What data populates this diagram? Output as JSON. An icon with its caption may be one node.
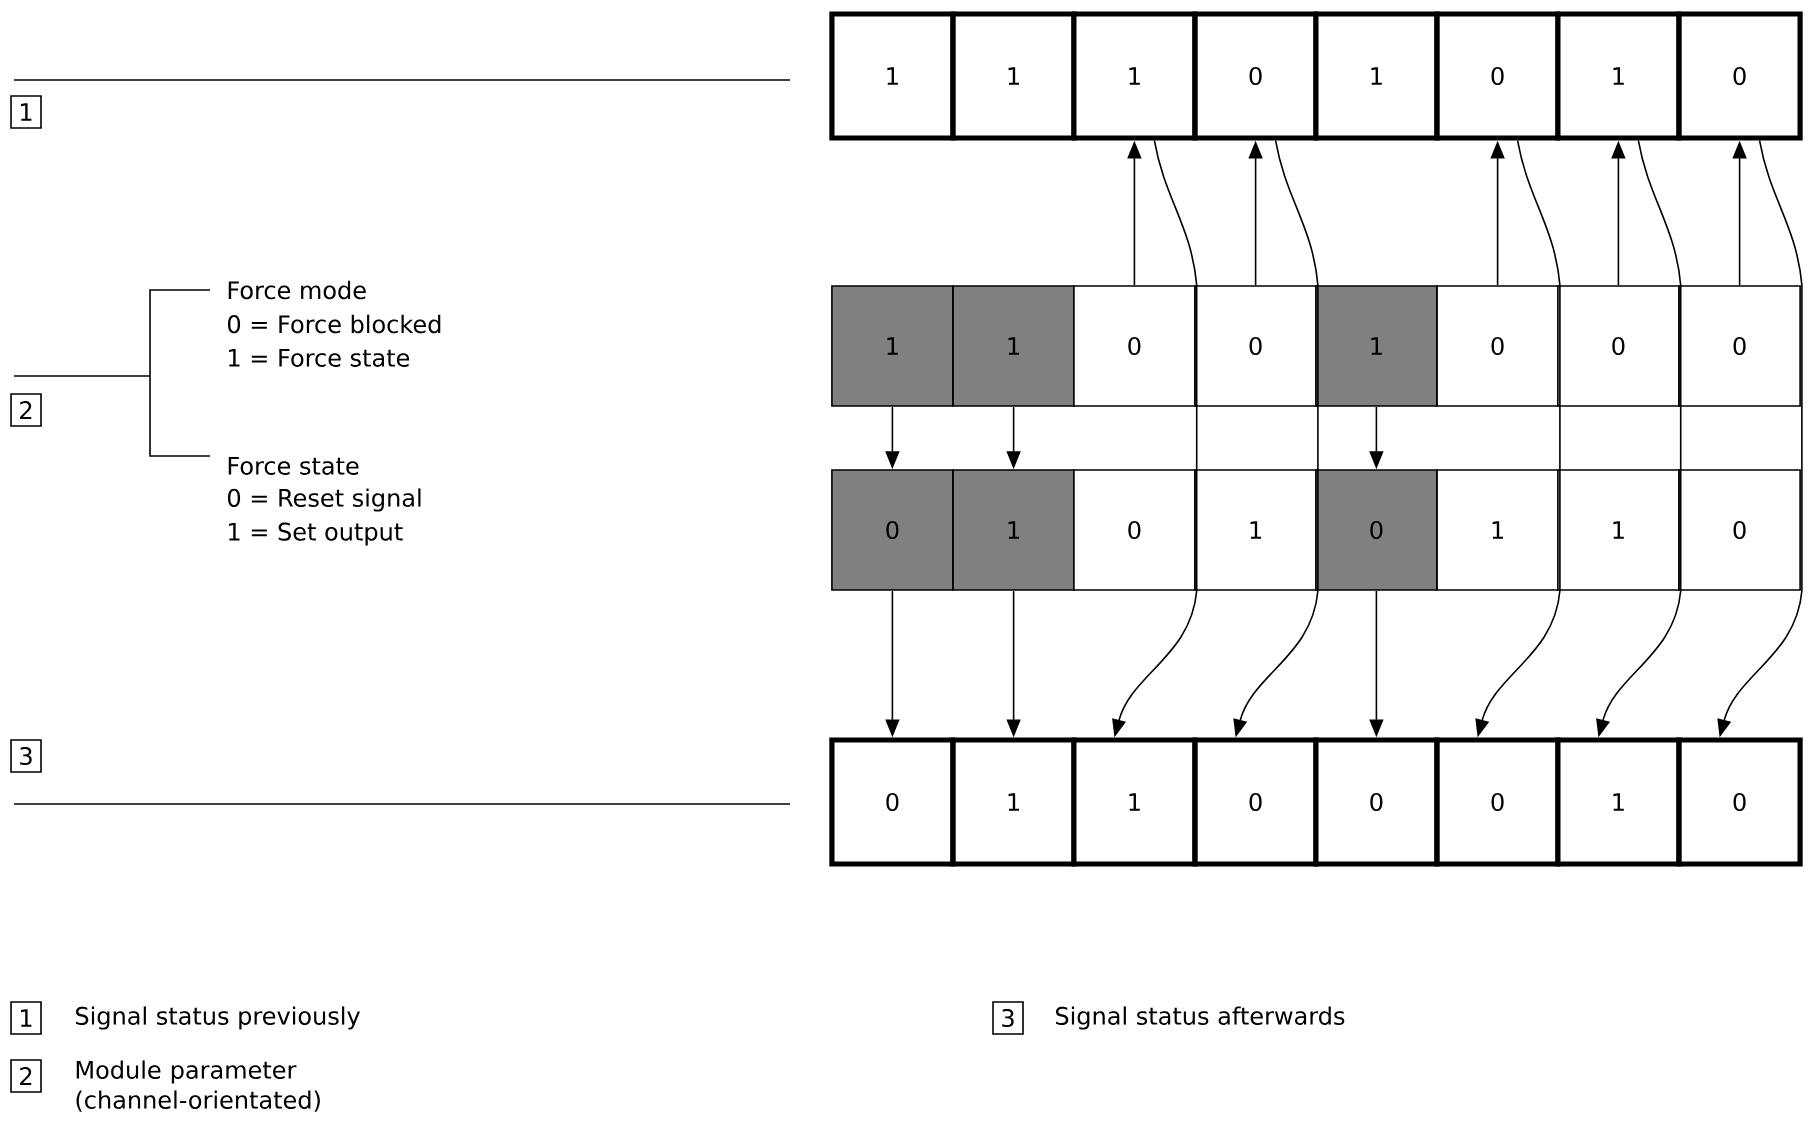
{
  "diagram": {
    "nodes": [
      {
        "text": [
          "1"
        ]
      },
      {
        "text": [
          "1"
        ]
      },
      {
        "text": [
          "1"
        ]
      },
      {
        "text": [
          "0"
        ]
      },
      {
        "text": [
          "1"
        ]
      },
      {
        "text": [
          "0"
        ]
      },
      {
        "text": [
          "1"
        ]
      },
      {
        "text": [
          "0"
        ]
      },
      {
        "text": [
          "1"
        ]
      },
      {
        "text": [
          "1"
        ]
      },
      {
        "text": [
          "0"
        ]
      },
      {
        "text": [
          "0"
        ]
      },
      {
        "text": [
          "1"
        ]
      },
      {
        "text": [
          "0"
        ]
      },
      {
        "text": [
          "0"
        ]
      },
      {
        "text": [
          "0"
        ]
      },
      {
        "text": [
          "0"
        ]
      },
      {
        "text": [
          "1"
        ]
      },
      {
        "text": [
          "0"
        ]
      },
      {
        "text": [
          "1"
        ]
      },
      {
        "text": [
          "0"
        ]
      },
      {
        "text": [
          "1"
        ]
      },
      {
        "text": [
          "1"
        ]
      },
      {
        "text": [
          "0"
        ]
      },
      {
        "text": [
          "0"
        ]
      },
      {
        "text": [
          "1"
        ]
      },
      {
        "text": [
          "1"
        ]
      },
      {
        "text": [
          "0"
        ]
      },
      {
        "text": [
          "0"
        ]
      },
      {
        "text": [
          "0"
        ]
      },
      {
        "text": [
          "1"
        ]
      },
      {
        "text": [
          "0"
        ]
      }
    ],
    "edges": [
      {
        "from": 8,
        "to": 16,
        "arrow": "to"
      },
      {
        "from": 9,
        "to": 17,
        "arrow": "to"
      },
      {
        "from": 12,
        "to": 20,
        "arrow": "to"
      },
      {
        "from": 16,
        "to": 24,
        "arrow": "to"
      },
      {
        "from": 17,
        "to": 25,
        "arrow": "to"
      },
      {
        "from": 20,
        "to": 28,
        "arrow": "to"
      },
      {
        "from": 10,
        "to": 2,
        "arrow": "to"
      },
      {
        "from": 11,
        "to": 3,
        "arrow": "to"
      },
      {
        "from": 13,
        "to": 5,
        "arrow": "to"
      },
      {
        "from": 14,
        "to": 6,
        "arrow": "to"
      },
      {
        "from": 15,
        "to": 7,
        "arrow": "to"
      },
      {
        "from": 2,
        "to": 26,
        "arrow": "to"
      },
      {
        "from": 3,
        "to": 27,
        "arrow": "to"
      },
      {
        "from": 5,
        "to": 29,
        "arrow": "to"
      },
      {
        "from": 6,
        "to": 30,
        "arrow": "to"
      },
      {
        "from": 7,
        "to": 31,
        "arrow": "to"
      }
    ],
    "labels": [
      "1",
      "Force mode",
      "0 = Force blocked",
      "1 = Force state",
      "2",
      "Force state",
      "0 = Reset signal",
      "1 = Set output",
      "3",
      "1",
      "Signal status previously",
      "3",
      "Signal status afterwards",
      "2",
      "Module parameter (channel-orientated)"
    ]
  }
}
